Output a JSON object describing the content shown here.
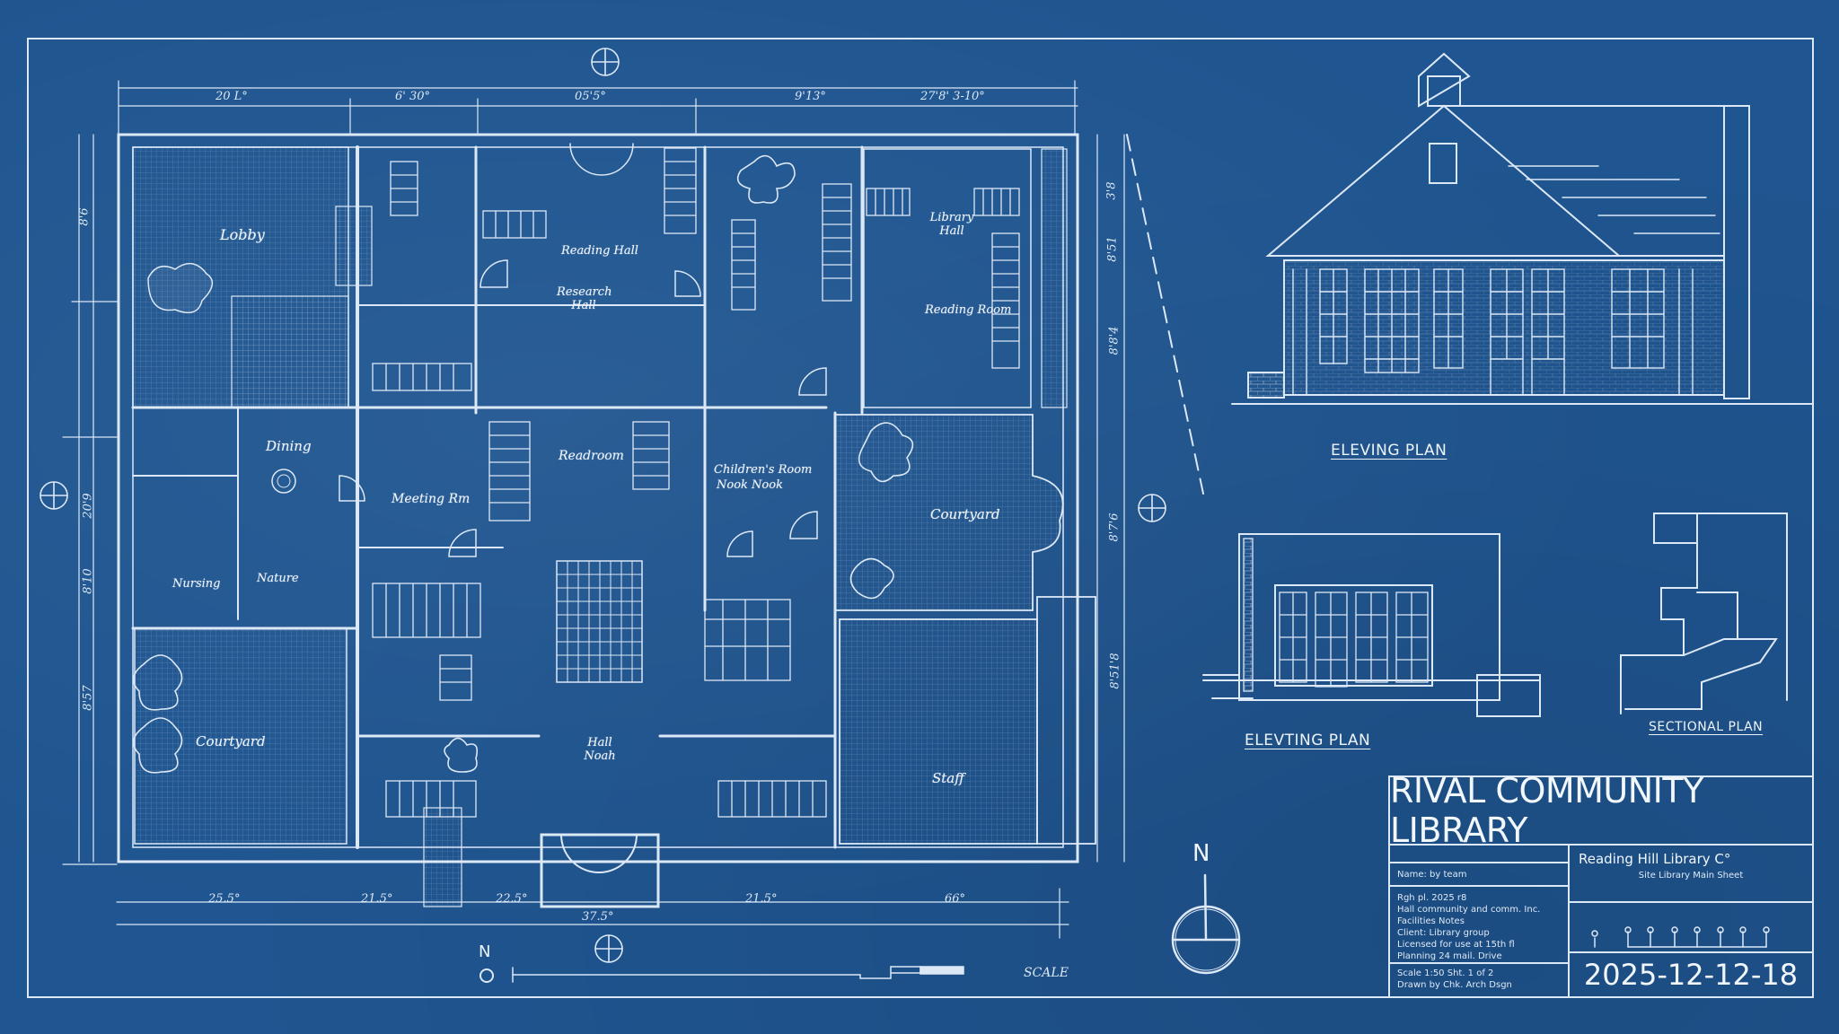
{
  "sheet": {
    "background_color": "#1f5590",
    "line_color": "#dce8f6"
  },
  "floor_plan": {
    "rooms": [
      {
        "id": "lobby",
        "label": "Lobby"
      },
      {
        "id": "reading-hall",
        "label": "Reading Hall"
      },
      {
        "id": "research-hall",
        "label": "Research Hall"
      },
      {
        "id": "library-hall",
        "label": "Library Hall"
      },
      {
        "id": "reading-room-east",
        "label": "Reading Room"
      },
      {
        "id": "dining",
        "label": "Dining"
      },
      {
        "id": "reading-room-center",
        "label": "Readroom"
      },
      {
        "id": "children-room",
        "label": "Children's Room"
      },
      {
        "id": "children-nook",
        "label": "Nook Nook"
      },
      {
        "id": "meeting",
        "label": "Meeting Rm"
      },
      {
        "id": "courtyard-east",
        "label": "Courtyard"
      },
      {
        "id": "nursing",
        "label": "Nursing"
      },
      {
        "id": "nature",
        "label": "Nature"
      },
      {
        "id": "courtyard-west",
        "label": "Courtyard"
      },
      {
        "id": "main-hall",
        "label": "Hall Noah"
      },
      {
        "id": "staff",
        "label": "Staff"
      }
    ],
    "dimensions_top": [
      "20 L°",
      "6' 30°",
      "05'5°",
      "9'13°",
      "27'8' 3-10°"
    ],
    "dimensions_bottom": [
      "25.5°",
      "21.5°",
      "22.5°",
      "37.5°",
      "21.5°",
      "66°"
    ],
    "dimensions_left": [
      "8'6",
      "20'9",
      "8'10",
      "8'57"
    ],
    "dimensions_right": [
      "3'8",
      "8'51",
      "8'8'4",
      "8'7'6",
      "8'51'8"
    ],
    "scale_bar_label": "SCALE",
    "north_label": "N"
  },
  "elevations": {
    "main_caption": "ELEVING PLAN",
    "secondary_caption": "ELEVTING PLAN",
    "section_caption": "SECTIONAL PLAN"
  },
  "title_block": {
    "title": "RIVAL COMMUNITY LIBRARY",
    "name_row": "Name:   by team",
    "notes": [
      "Rgh pl. 2025 r8",
      "Hall community and comm. Inc.",
      "Facilities Notes",
      "Client: Library group",
      "Licensed for use at 15th fl",
      "Planning 24 mail. Drive"
    ],
    "footer_notes": [
      "Scale 1:50  Sht. 1 of 2",
      "Drawn by  Chk. Arch Dsgn"
    ],
    "project_name": "Reading Hill Library C°",
    "project_sub": "Site Library Main Sheet",
    "date": "2025-12-12-18"
  },
  "compass": {
    "label": "N"
  }
}
